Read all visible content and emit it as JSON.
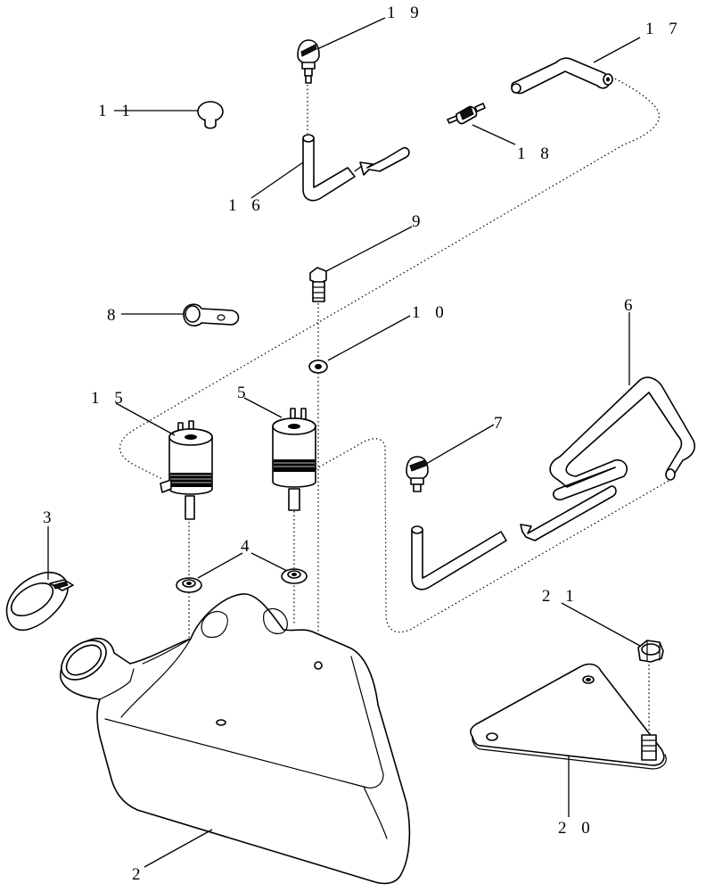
{
  "diagram": {
    "callouts": {
      "c2": "2",
      "c3": "3",
      "c4": "4",
      "c5": "5",
      "c6": "6",
      "c7": "7",
      "c8": "8",
      "c9": "9",
      "c10": "1 0",
      "c11": "1 1",
      "c15": "1 5",
      "c16": "1 6",
      "c17": "1 7",
      "c18": "1 8",
      "c19": "1 9",
      "c20": "2 0",
      "c21": "2 1"
    }
  }
}
